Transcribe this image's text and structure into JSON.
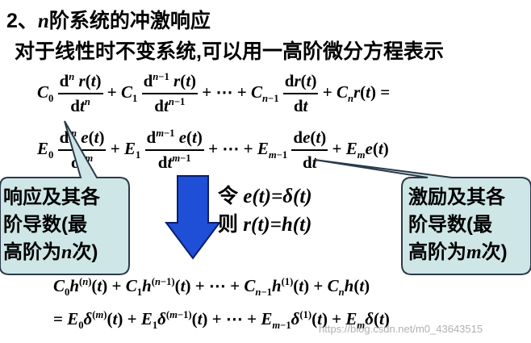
{
  "section": {
    "number": "2、",
    "n": "n",
    "title": "阶系统的冲激响应",
    "subtitle": "对于线性时不变系统,可以用一高阶微分方程表示"
  },
  "callouts": {
    "left": {
      "line1": "响应及其各",
      "line2": "阶导数(最",
      "line3a": "高阶为",
      "line3var": "n",
      "line3b": "次)"
    },
    "right": {
      "line1": "激励及其各",
      "line2": "阶导数(最",
      "line3a": "高阶为",
      "line3var": "m",
      "line3b": "次)"
    }
  },
  "arrow_text": {
    "let": "令",
    "let_expr": "e(t)=δ(t)",
    "then": "则",
    "then_expr": "r(t)=h(t)"
  },
  "watermark": "https://blog.csdn.net/m0_43643515",
  "colors": {
    "callout_fill": "#cfe6e6",
    "callout_border": "#2b3a4a",
    "arrow_fill": "#1f4fd6",
    "arrow_border": "#0b1d6b"
  }
}
